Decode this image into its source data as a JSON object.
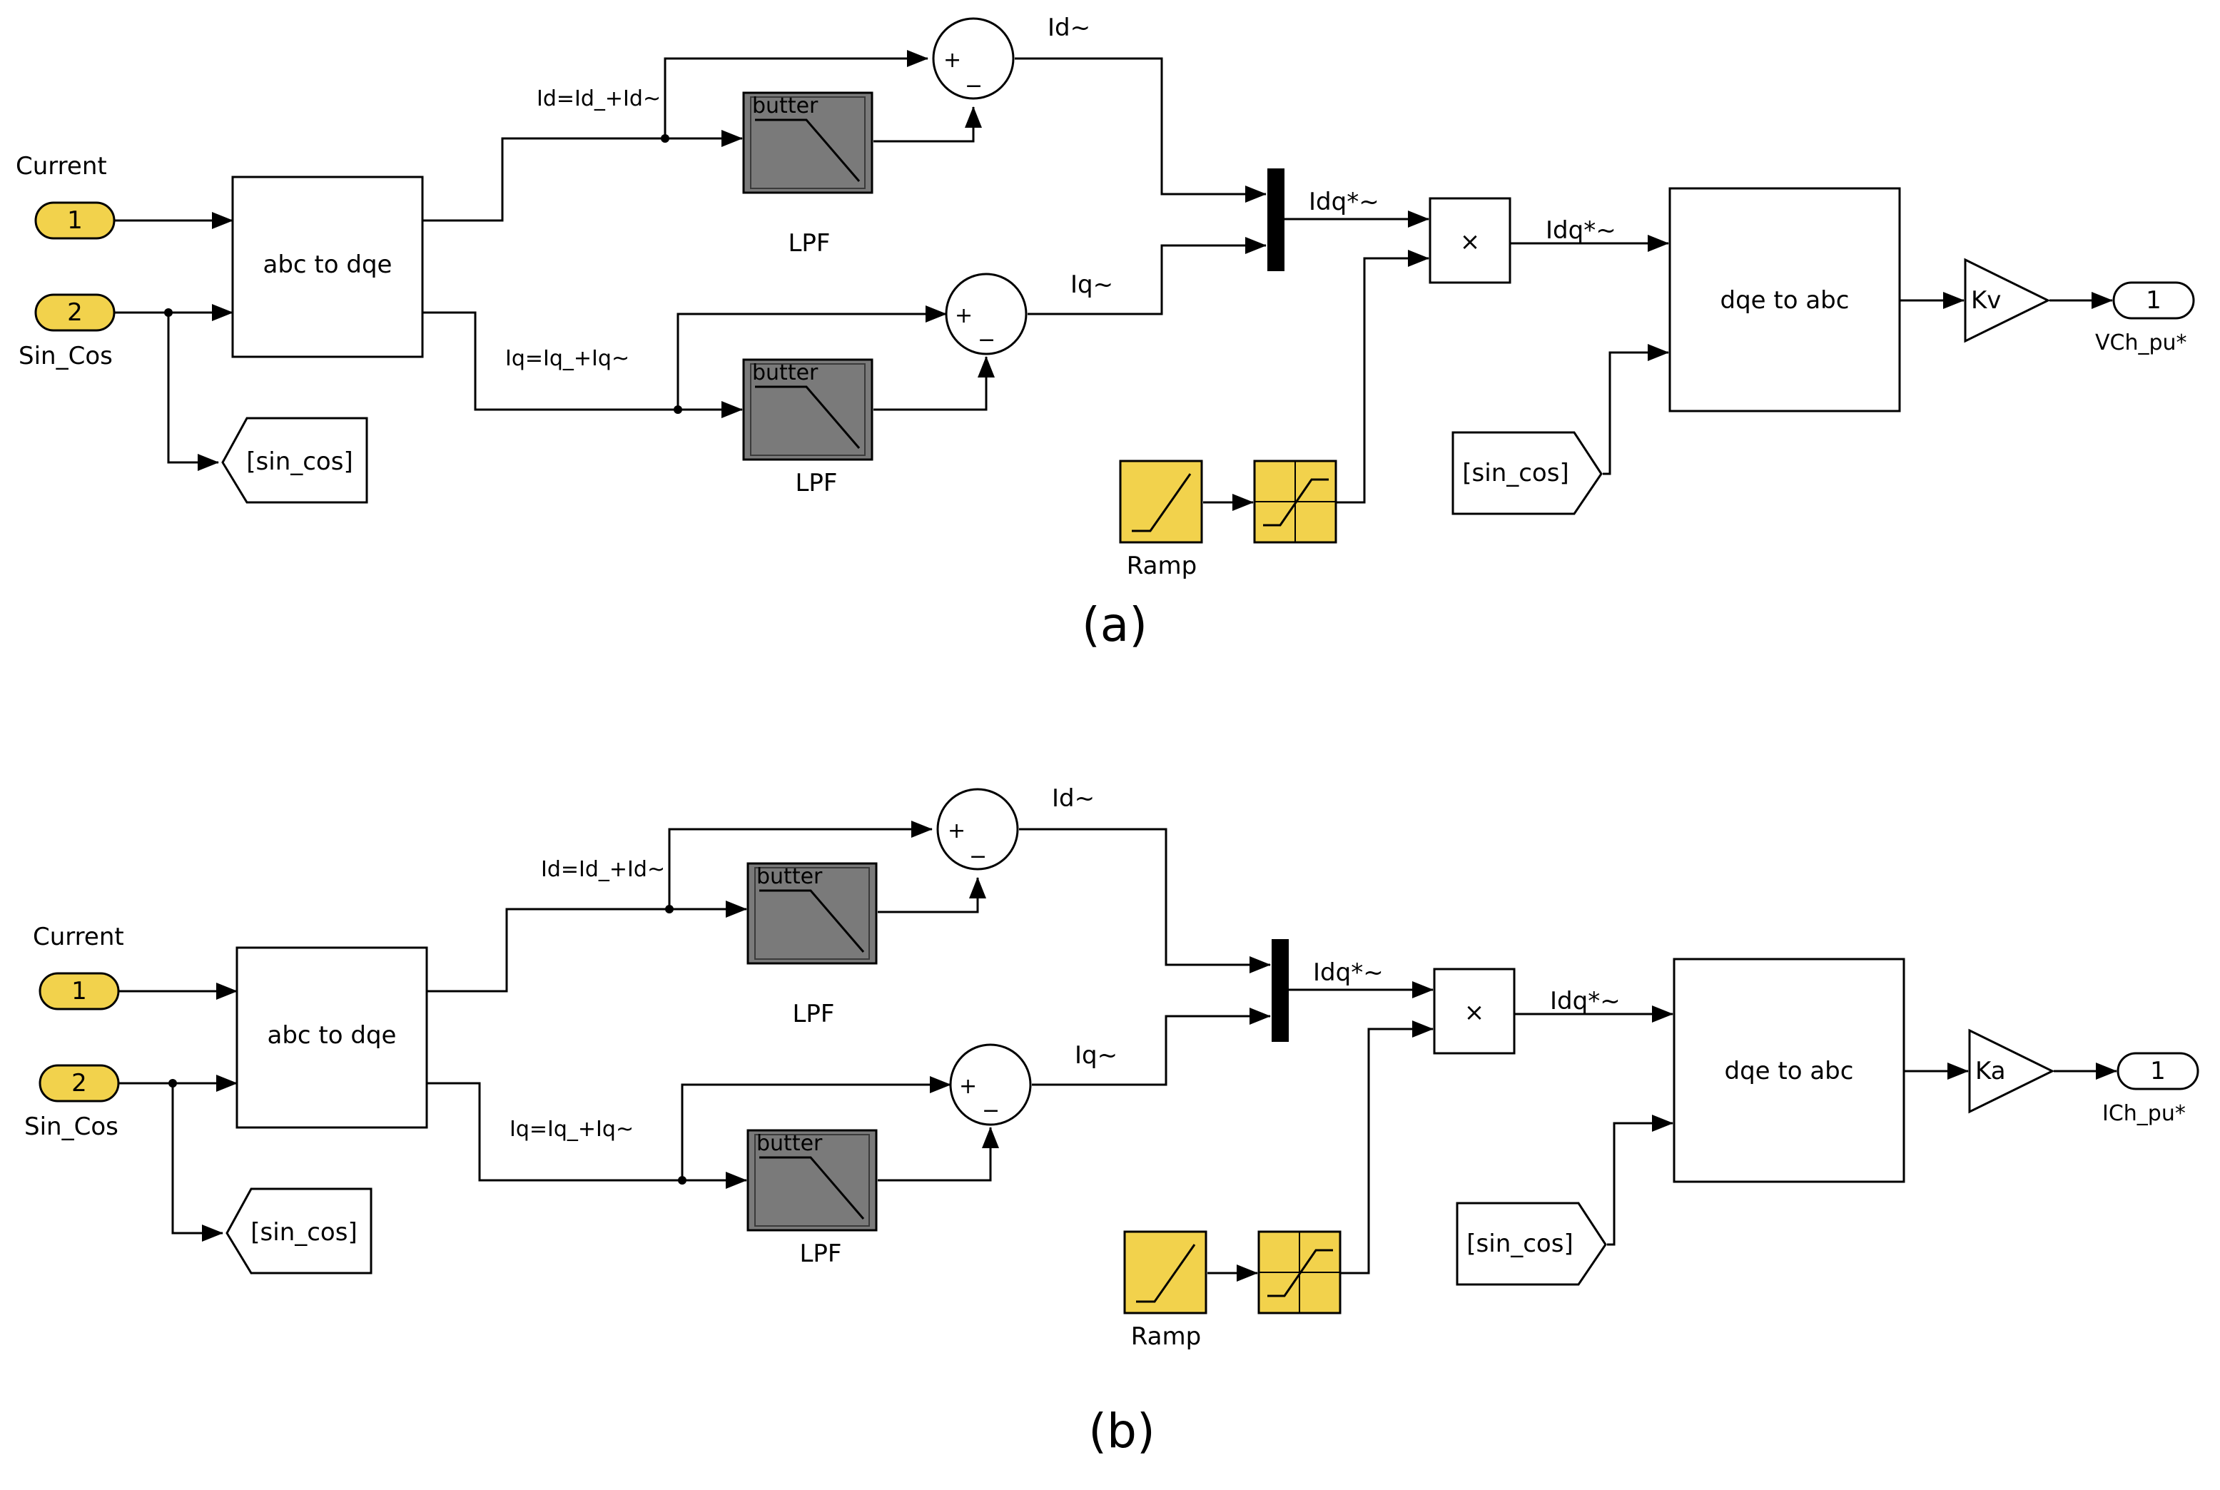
{
  "colors": {
    "port_fill": "#f2d24c",
    "source_fill": "#f2d24c",
    "filter_fill": "#7a7a7a",
    "line": "#000000",
    "background": "#ffffff"
  },
  "diagrams": [
    {
      "caption": "(a)",
      "inport1_number": "1",
      "inport1_label": "Current",
      "inport2_number": "2",
      "inport2_label": "Sin_Cos",
      "goto_tag": "[sin_cos]",
      "from_tag": "[sin_cos]",
      "abc_to_dqe": "abc to dqe",
      "id_signal": "Id=Id_+Id~",
      "iq_signal": "Iq=Iq_+Iq~",
      "lpf_top_title": "butter",
      "lpf_top_label": "LPF",
      "lpf_bottom_title": "butter",
      "lpf_bottom_label": "LPF",
      "sum_plus": "+",
      "sum_minus": "−",
      "id_tilde": "Id~",
      "iq_tilde": "Iq~",
      "mux_out": "Idq*~",
      "product_symbol": "×",
      "product_out": "Idq*~",
      "ramp_label": "Ramp",
      "dqe_to_abc": "dqe to abc",
      "gain": "Kv",
      "outport_number": "1",
      "outport_label": "VCh_pu*"
    },
    {
      "caption": "(b)",
      "inport1_number": "1",
      "inport1_label": "Current",
      "inport2_number": "2",
      "inport2_label": "Sin_Cos",
      "goto_tag": "[sin_cos]",
      "from_tag": "[sin_cos]",
      "abc_to_dqe": "abc to dqe",
      "id_signal": "Id=Id_+Id~",
      "iq_signal": "Iq=Iq_+Iq~",
      "lpf_top_title": "butter",
      "lpf_top_label": "LPF",
      "lpf_bottom_title": "butter",
      "lpf_bottom_label": "LPF",
      "sum_plus": "+",
      "sum_minus": "−",
      "id_tilde": "Id~",
      "iq_tilde": "Iq~",
      "mux_out": "Idq*~",
      "product_symbol": "×",
      "product_out": "Idq*~",
      "ramp_label": "Ramp",
      "dqe_to_abc": "dqe to abc",
      "gain": "Ka",
      "outport_number": "1",
      "outport_label": "ICh_pu*"
    }
  ]
}
